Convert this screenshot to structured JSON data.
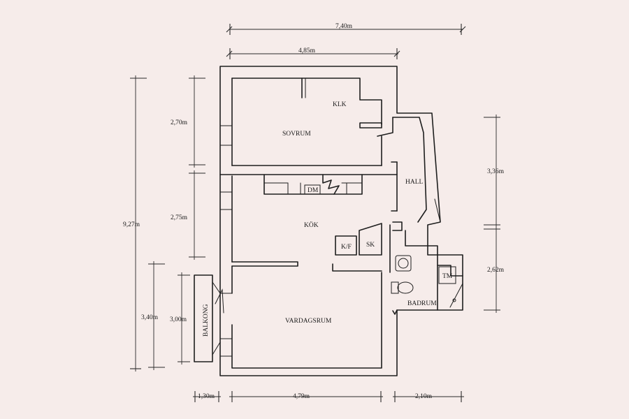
{
  "rooms": {
    "klk": "KLK",
    "sovrum": "SOVRUM",
    "hall": "HALL",
    "dm": "DM",
    "kok": "KÖK",
    "kf": "K/F",
    "sk": "SK",
    "tm": "TM",
    "badrum": "BADRUM",
    "vardagsrum": "VARDAGSRUM",
    "balkong": "BALKONG"
  },
  "dimensions": {
    "total_width": "7,40m",
    "top_width": "4,85m",
    "sovrum_height": "2,70m",
    "kok_height": "2,75m",
    "total_height": "9,27m",
    "vardagsrum_height": "3,40m",
    "balkong_height": "3,00m",
    "hall_height": "3,36m",
    "badrum_height": "2,62m",
    "balkong_width": "1,30m",
    "vardagsrum_width": "4,79m",
    "badrum_width": "2,10m"
  }
}
